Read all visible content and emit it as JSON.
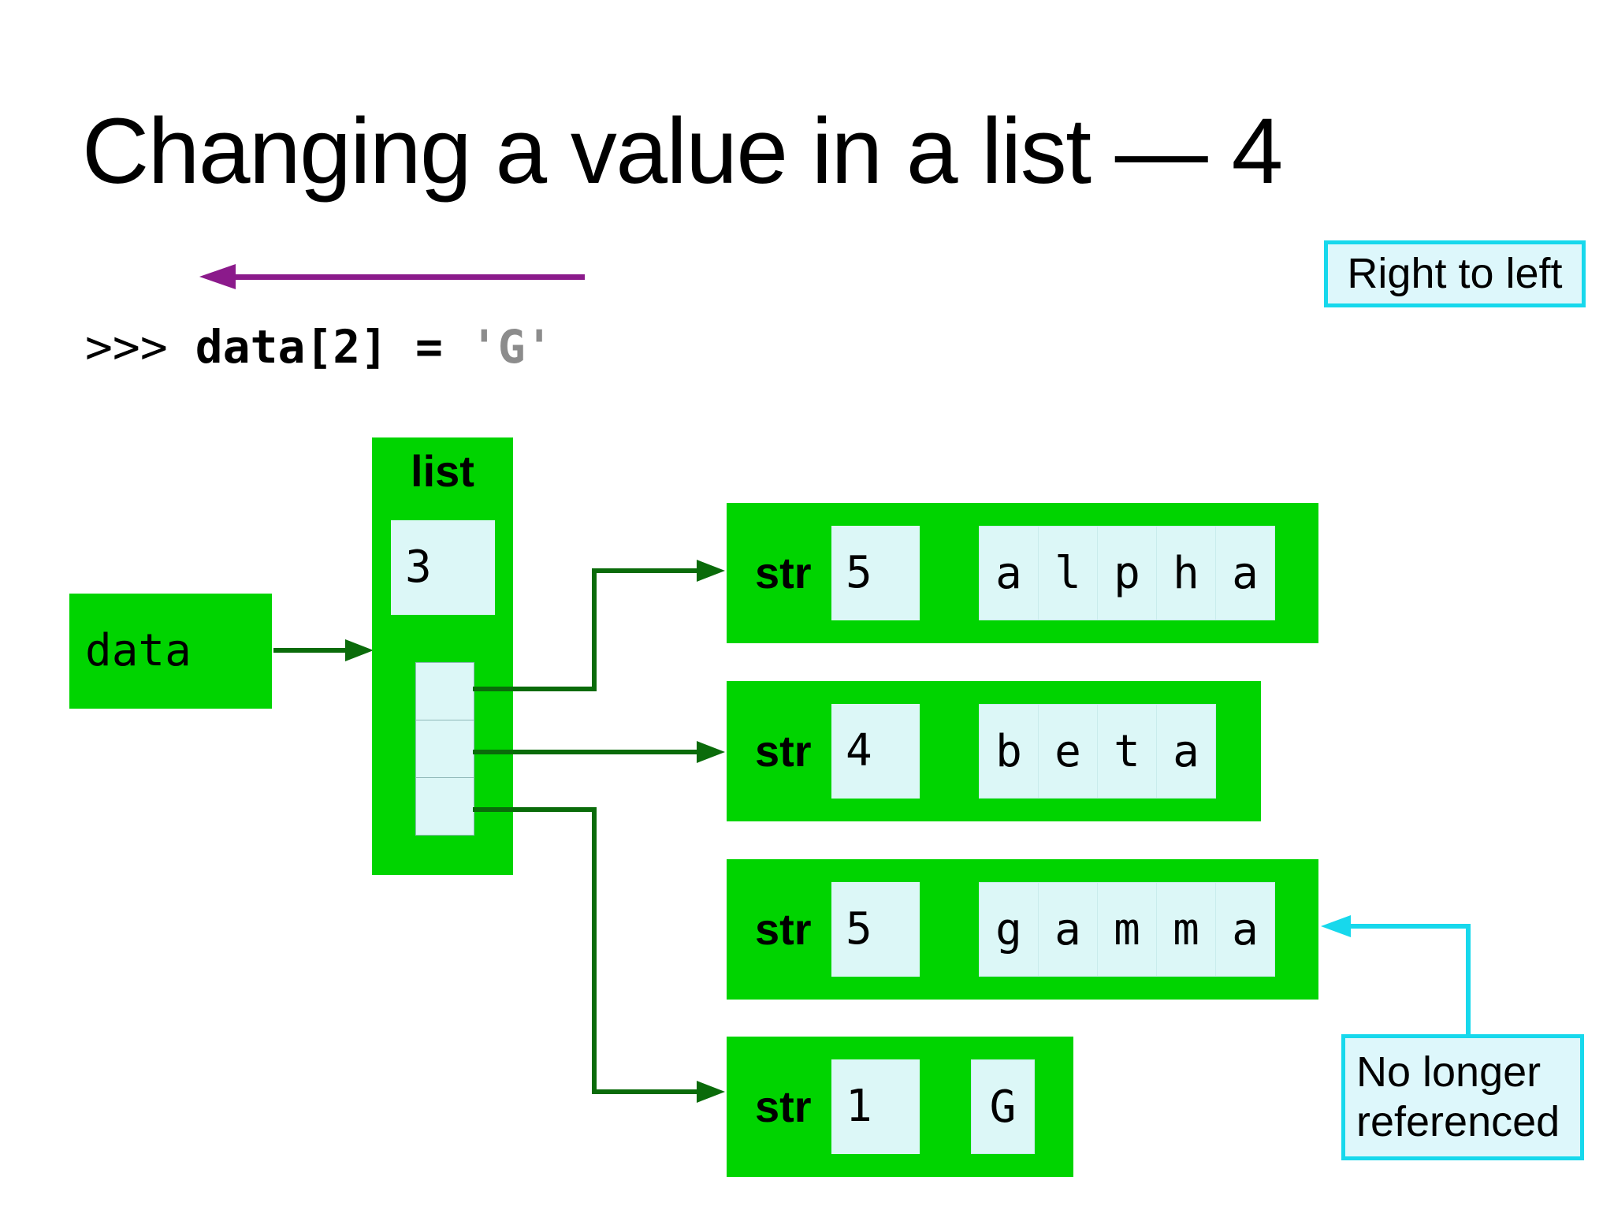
{
  "title": "Changing a value in a list — 4",
  "code": {
    "prompt": ">>> ",
    "statement": "data[2] = ",
    "value": "'G'"
  },
  "badges": {
    "right_to_left": "Right to left",
    "no_longer_line1": "No longer",
    "no_longer_line2": "referenced"
  },
  "variable_label": "data",
  "list_box": {
    "type_label": "list",
    "length": "3",
    "slot_count": 3
  },
  "str_objects": [
    {
      "type_label": "str",
      "length": "5",
      "chars": [
        "a",
        "l",
        "p",
        "h",
        "a"
      ]
    },
    {
      "type_label": "str",
      "length": "4",
      "chars": [
        "b",
        "e",
        "t",
        "a"
      ]
    },
    {
      "type_label": "str",
      "length": "5",
      "chars": [
        "g",
        "a",
        "m",
        "m",
        "a"
      ]
    },
    {
      "type_label": "str",
      "length": "1",
      "chars": [
        "G"
      ]
    }
  ],
  "colors": {
    "object_green": "#00d400",
    "cell_cyan": "#dcf7f7",
    "accent_cyan": "#17d8ec",
    "arrow_dark_green": "#0a6b0a",
    "arrow_purple": "#8b1a8b",
    "code_gray": "#8c8c8c"
  }
}
